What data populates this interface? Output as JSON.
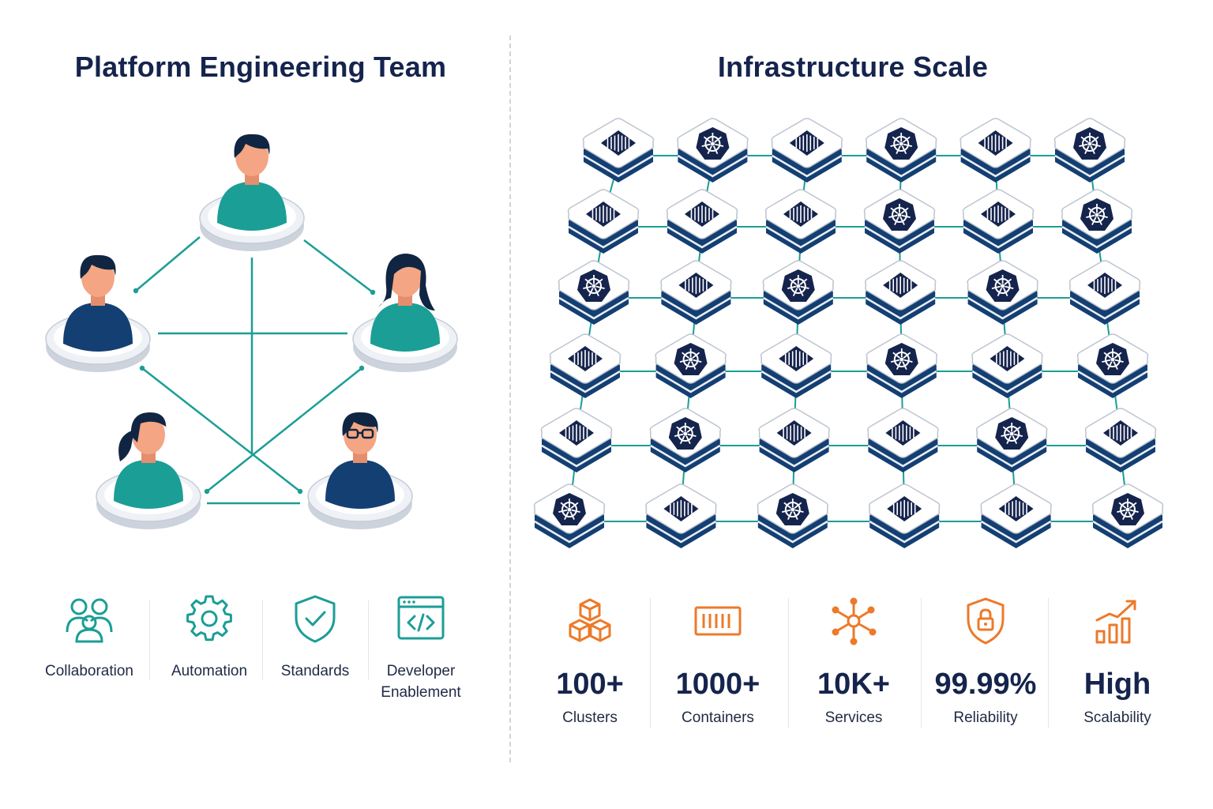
{
  "left": {
    "title": "Platform Engineering Team",
    "features": [
      {
        "label": "Collaboration",
        "icon": "collaboration-icon"
      },
      {
        "label": "Automation",
        "icon": "gear-icon"
      },
      {
        "label": "Standards",
        "icon": "shield-check-icon"
      },
      {
        "label": "Developer Enablement",
        "icon": "code-window-icon"
      }
    ],
    "team": [
      {
        "icon": "person-man-icon",
        "shirt": "#1b9e96"
      },
      {
        "icon": "person-man-icon",
        "shirt": "#143f73"
      },
      {
        "icon": "person-woman-icon",
        "shirt": "#1b9e96"
      },
      {
        "icon": "person-woman-ponytail-icon",
        "shirt": "#1b9e96"
      },
      {
        "icon": "person-man-glasses-icon",
        "shirt": "#143f73"
      }
    ]
  },
  "right": {
    "title": "Infrastructure Scale",
    "stats": [
      {
        "value": "100+",
        "caption": "Clusters",
        "icon": "cubes-icon"
      },
      {
        "value": "1000+",
        "caption": "Containers",
        "icon": "container-icon"
      },
      {
        "value": "10K+",
        "caption": "Services",
        "icon": "network-nodes-icon"
      },
      {
        "value": "99.99%",
        "caption": "Reliability",
        "icon": "lock-shield-icon"
      },
      {
        "value": "High",
        "caption": "Scalability",
        "icon": "growth-chart-icon"
      }
    ],
    "grid": {
      "rows": [
        [
          "container",
          "kubernetes",
          "container",
          "kubernetes",
          "container",
          "kubernetes"
        ],
        [
          "container",
          "container",
          "container",
          "kubernetes",
          "container",
          "kubernetes"
        ],
        [
          "kubernetes",
          "container",
          "kubernetes",
          "container",
          "kubernetes",
          "container"
        ],
        [
          "container",
          "kubernetes",
          "container",
          "kubernetes",
          "container",
          "kubernetes"
        ],
        [
          "container",
          "kubernetes",
          "container",
          "container",
          "kubernetes",
          "container"
        ],
        [
          "kubernetes",
          "container",
          "kubernetes",
          "container",
          "container",
          "kubernetes"
        ]
      ]
    }
  },
  "colors": {
    "navy": "#15244d",
    "teal": "#1b9e96",
    "orange": "#ec7a2a",
    "skin": "#f4a583",
    "hair": "#102542"
  }
}
